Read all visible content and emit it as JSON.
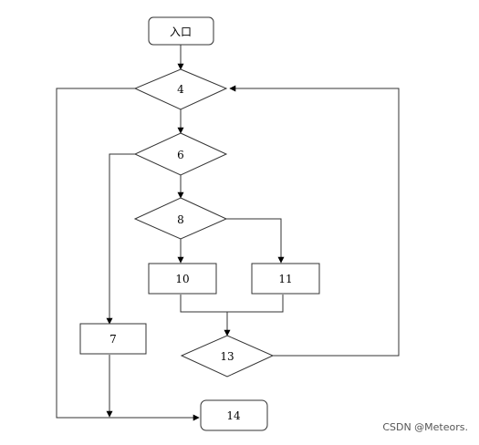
{
  "nodes": {
    "entry": "入口",
    "n4": "4",
    "n6": "6",
    "n8": "8",
    "n10": "10",
    "n11": "11",
    "n7": "7",
    "n13": "13",
    "n14": "14"
  },
  "watermark": "CSDN @Meteors."
}
